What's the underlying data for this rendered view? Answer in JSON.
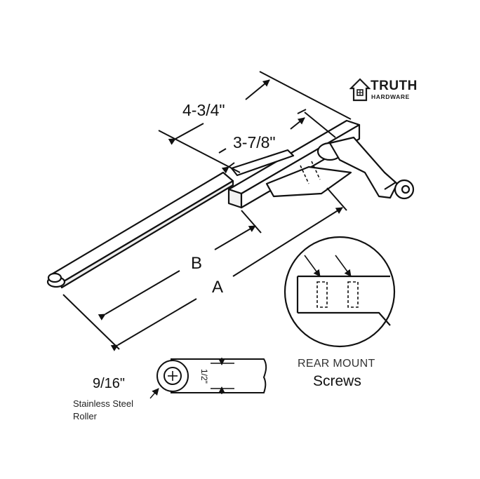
{
  "brand": {
    "name": "TRUTH",
    "sub": "HARDWARE"
  },
  "dimensions": {
    "width_outer": "4-3/4\"",
    "width_inner": "3-7/8\"",
    "label_b": "B",
    "label_a": "A"
  },
  "detail": {
    "title": "REAR MOUNT",
    "caption": "Screws"
  },
  "roller": {
    "diameter": "9/16\"",
    "thickness": "1/2\"",
    "description_line1": "Stainless Steel",
    "description_line2": "Roller"
  }
}
